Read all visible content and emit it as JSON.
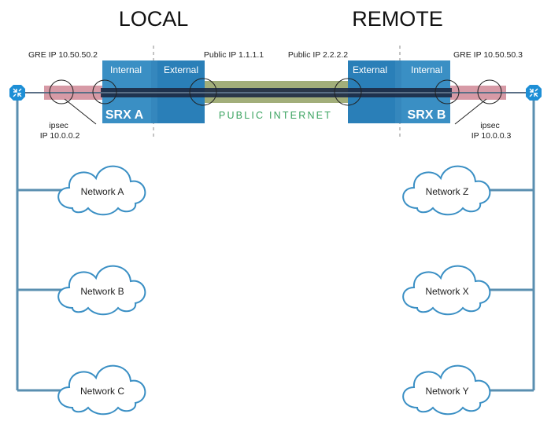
{
  "headings": {
    "local": "LOCAL",
    "remote": "REMOTE"
  },
  "labels": {
    "gre_left": "GRE IP 10.50.50.2",
    "gre_right": "GRE IP 10.50.50.3",
    "public_left": "Public IP 1.1.1.1",
    "public_right": "Public IP 2.2.2.2",
    "ipsec_left": [
      "ipsec",
      "IP 10.0.0.2"
    ],
    "ipsec_right": [
      "ipsec",
      "IP 10.0.0.3"
    ],
    "public_internet": "PUBLIC INTERNET"
  },
  "devices": {
    "left": {
      "name": "SRX A",
      "internal": "Internal",
      "external": "External"
    },
    "right": {
      "name": "SRX B",
      "internal": "Internal",
      "external": "External"
    }
  },
  "networks": {
    "left": [
      "Network A",
      "Network B",
      "Network C"
    ],
    "right": [
      "Network Z",
      "Network X",
      "Network Y"
    ]
  },
  "colors": {
    "device_blue": "#3a8fc4",
    "zone_blue": "#2a7fb8",
    "tunnel_core": "#1d2a44",
    "gre_tunnel": "#d79aa6",
    "internet_band": "#a2ae7a",
    "cloud_stroke": "#3a8fc4",
    "line": "#5a8fb0",
    "internet_text": "#3aa360"
  },
  "icons": {
    "router_left": "router-icon",
    "router_right": "router-icon"
  }
}
